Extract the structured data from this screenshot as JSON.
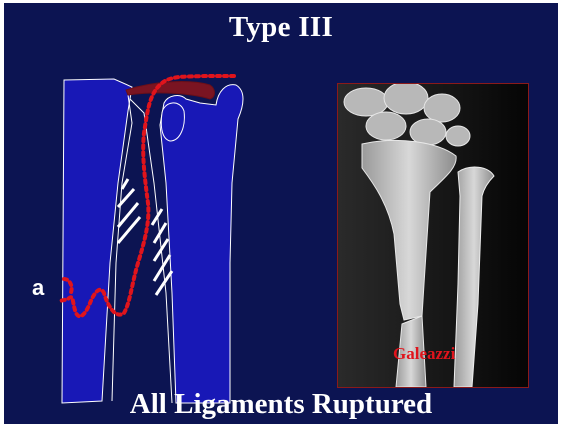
{
  "slide": {
    "title": "Type III",
    "footer": "All Ligaments Ruptured"
  },
  "diagram": {
    "label": "a",
    "colors": {
      "bone_fill": "#1818b6",
      "outline": "#ffffff",
      "ligament": "#e0141c",
      "tfcc": "#7a1422"
    }
  },
  "xray": {
    "caption": "Galeazzi",
    "caption_color": "#e0141c"
  }
}
